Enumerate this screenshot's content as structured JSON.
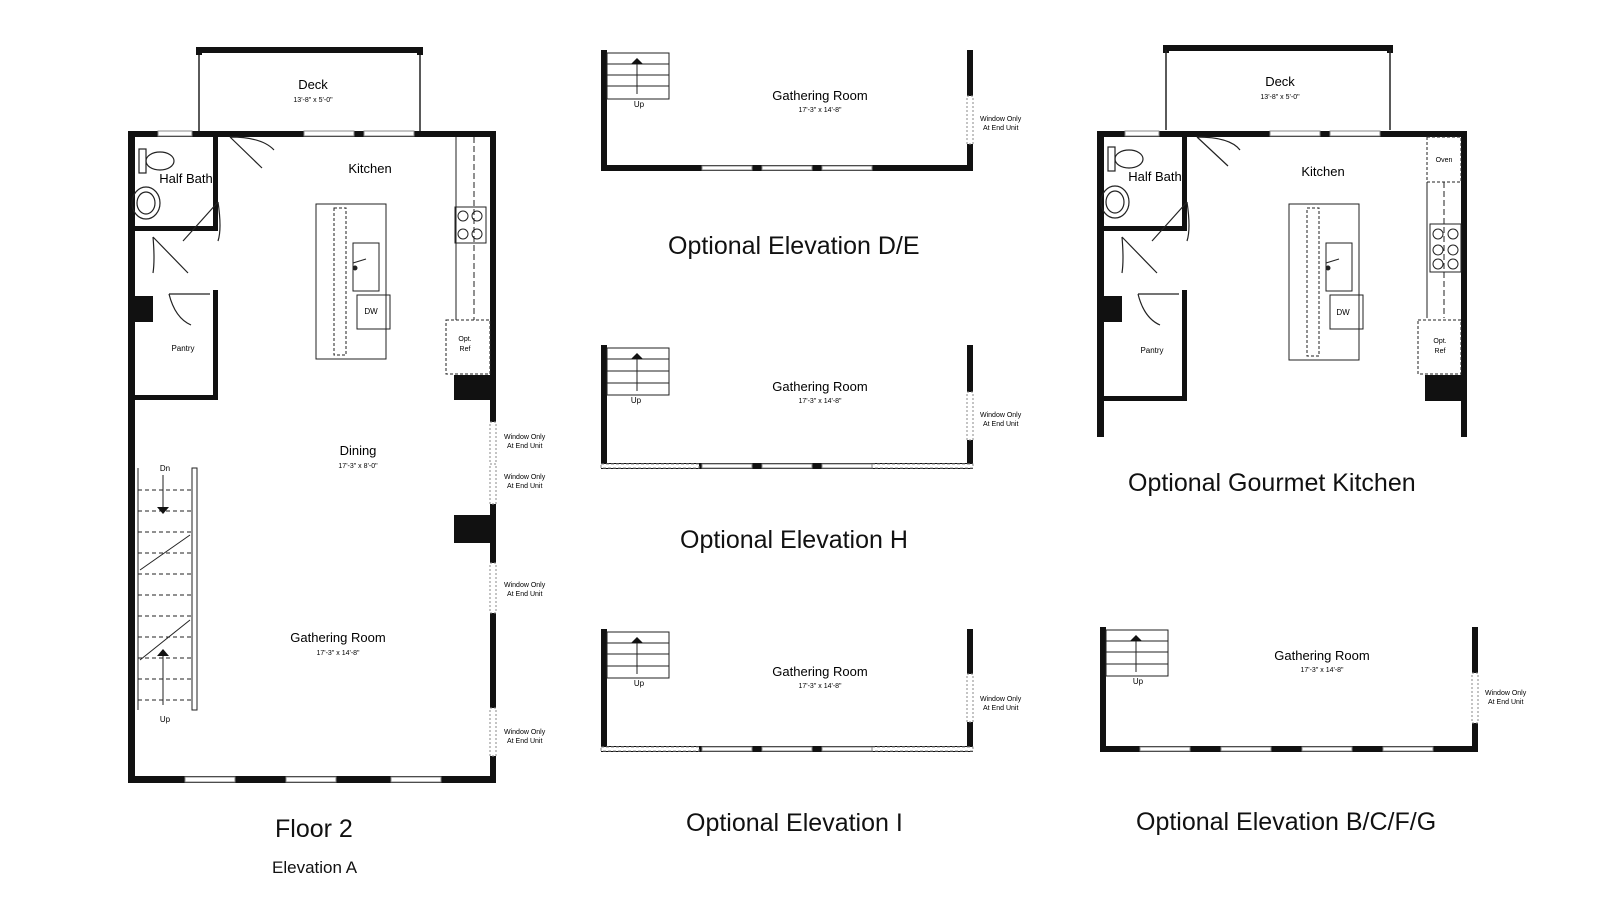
{
  "main_plan": {
    "deck_label": "Deck",
    "deck_dims": "13'-8\" x 5'-0\"",
    "kitchen_label": "Kitchen",
    "half_bath_label": "Half Bath",
    "pantry_label": "Pantry",
    "dw_label": "DW",
    "opt_ref_line1": "Opt.",
    "opt_ref_line2": "Ref",
    "dining_label": "Dining",
    "dining_dims": "17'-3\" x 8'-0\"",
    "gathering_label": "Gathering Room",
    "gathering_dims": "17'-3\" x 14'-8\"",
    "dn_label": "Dn",
    "up_label": "Up",
    "window_note_line1": "Window Only",
    "window_note_line2": "At End Unit",
    "caption": "Floor 2",
    "subcaption": "Elevation A"
  },
  "elevation_de": {
    "room_label": "Gathering Room",
    "room_dims": "17'-3\" x 14'-8\"",
    "up_label": "Up",
    "window_note_line1": "Window Only",
    "window_note_line2": "At End Unit",
    "caption": "Optional Elevation D/E"
  },
  "elevation_h": {
    "room_label": "Gathering Room",
    "room_dims": "17'-3\" x 14'-8\"",
    "up_label": "Up",
    "window_note_line1": "Window Only",
    "window_note_line2": "At End Unit",
    "caption": "Optional Elevation H"
  },
  "elevation_i": {
    "room_label": "Gathering Room",
    "room_dims": "17'-3\" x 14'-8\"",
    "up_label": "Up",
    "window_note_line1": "Window Only",
    "window_note_line2": "At End Unit",
    "caption": "Optional Elevation I"
  },
  "gourmet_kitchen": {
    "deck_label": "Deck",
    "deck_dims": "13'-8\" x 5'-0\"",
    "kitchen_label": "Kitchen",
    "half_bath_label": "Half Bath",
    "pantry_label": "Pantry",
    "oven_label": "Oven",
    "dw_label": "DW",
    "opt_ref_line1": "Opt.",
    "opt_ref_line2": "Ref",
    "caption": "Optional Gourmet Kitchen"
  },
  "elevation_bcfg": {
    "room_label": "Gathering Room",
    "room_dims": "17'-3\" x 14'-8\"",
    "up_label": "Up",
    "window_note_line1": "Window Only",
    "window_note_line2": "At End Unit",
    "caption": "Optional Elevation B/C/F/G"
  },
  "colors": {
    "wall": "#111111",
    "line": "#222222",
    "window": "#9a9a9a"
  }
}
